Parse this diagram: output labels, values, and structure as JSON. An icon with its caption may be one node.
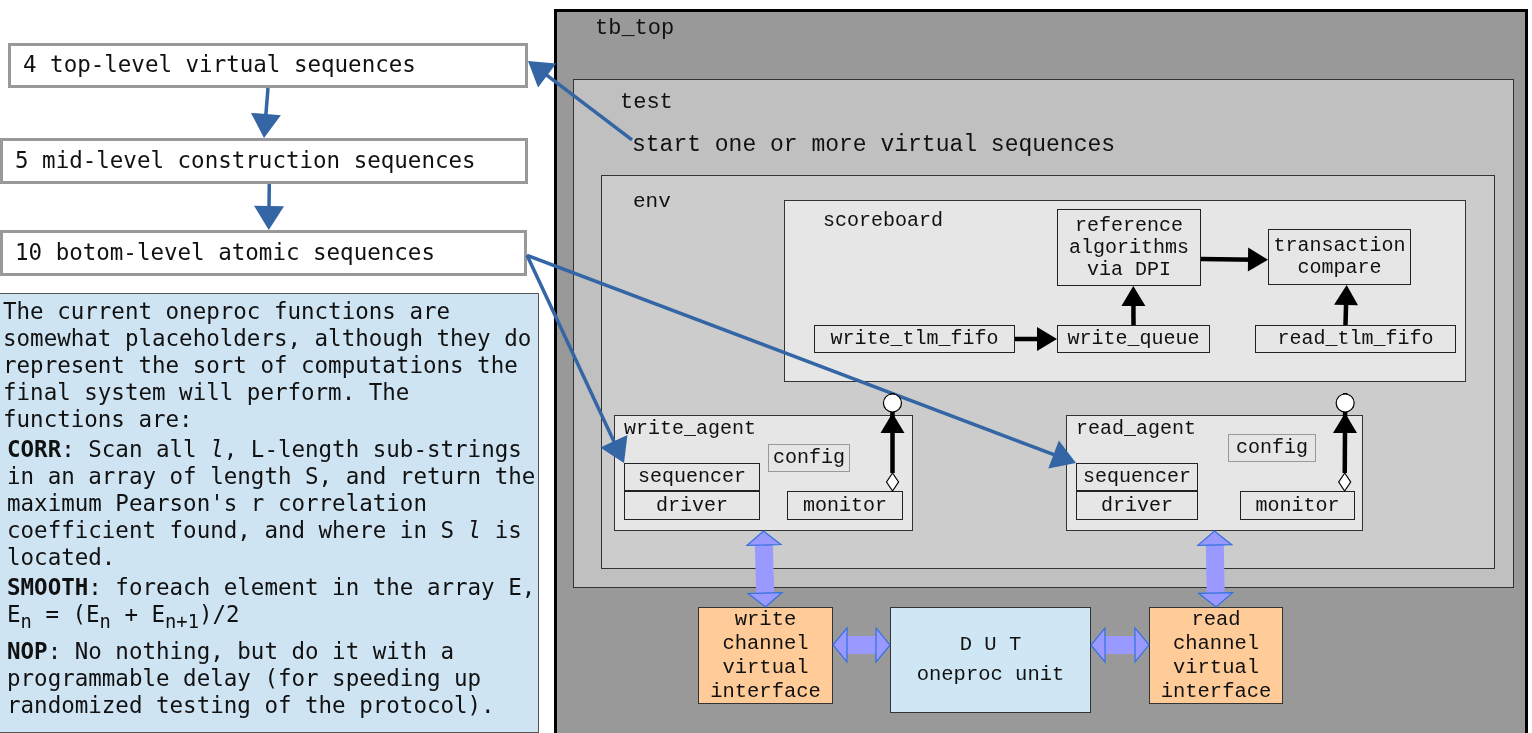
{
  "diagram": {
    "nodes": [
      {
        "text": [
          "4 top-level virtual sequences"
        ]
      },
      {
        "text": [
          "5 mid-level construction sequences"
        ]
      },
      {
        "text": [
          "10 botom-level atomic sequences"
        ]
      },
      {
        "text": [
          "The current oneproc functions are somewhat placeholders, although they do represent the sort of computations the final system will perform. The functions are:",
          "**CORR**: Scan all *l*, L-length sub-strings in an array of length S, and return the maximum Pearson's r correlation coefficient found, and where in S *l* is located.",
          "**SMOOTH**: foreach element in the array E, E$_{n}$ = (E$_{n}$ + E$_{n+1}$)/2",
          "**NOP**: No nothing, but do it with a programmable delay (for speeding up randomized testing of the protocol)."
        ]
      },
      {
        "text": [
          "tb_top"
        ]
      },
      {
        "text": [
          "test"
        ],
        "in": 4
      },
      {
        "text": [
          "start one or more virtual sequences"
        ],
        "in": 5
      },
      {
        "text": [
          "env"
        ],
        "in": 5
      },
      {
        "text": [
          "scoreboard"
        ],
        "in": 7
      },
      {
        "text": [
          "reference algorithms via DPI"
        ],
        "in": 8
      },
      {
        "text": [
          "transaction compare"
        ],
        "in": 8
      },
      {
        "text": [
          "write_tlm_fifo"
        ],
        "in": 8
      },
      {
        "text": [
          "write_queue"
        ],
        "in": 8
      },
      {
        "text": [
          "read_tlm_fifo"
        ],
        "in": 8
      },
      {
        "text": [
          "write_agent"
        ],
        "in": 7
      },
      {
        "text": [
          "config"
        ],
        "in": 14
      },
      {
        "text": [
          "sequencer"
        ],
        "in": 14
      },
      {
        "text": [
          "driver"
        ],
        "in": 14
      },
      {
        "text": [
          "monitor"
        ],
        "in": 14
      },
      {
        "text": [
          "read_agent"
        ],
        "in": 7
      },
      {
        "text": [
          "config"
        ],
        "in": 19
      },
      {
        "text": [
          "sequencer"
        ],
        "in": 19
      },
      {
        "text": [
          "driver"
        ],
        "in": 19
      },
      {
        "text": [
          "monitor"
        ],
        "in": 19
      },
      {
        "text": [
          "write channel virtual interface"
        ],
        "in": 4
      },
      {
        "text": [
          "D U T",
          "oneproc unit"
        ],
        "in": 4
      },
      {
        "text": [
          "read channel virtual interface"
        ],
        "in": 4
      }
    ],
    "edges": [
      {
        "from": 0,
        "to": 1,
        "arrow": "to",
        "color": "#3465a4"
      },
      {
        "from": 1,
        "to": 2,
        "arrow": "to",
        "color": "#3465a4"
      },
      {
        "from": 6,
        "to": 0,
        "arrow": "to",
        "color": "#3465a4"
      },
      {
        "from": 2,
        "to": 16,
        "arrow": "to",
        "color": "#3465a4"
      },
      {
        "from": 2,
        "to": 21,
        "arrow": "to",
        "color": "#3465a4"
      },
      {
        "from": 11,
        "to": 12,
        "arrow": "to"
      },
      {
        "from": 12,
        "to": 9,
        "arrow": "to"
      },
      {
        "from": 9,
        "to": 10,
        "arrow": "to"
      },
      {
        "from": 13,
        "to": 10,
        "arrow": "to"
      },
      {
        "from": 18,
        "to": 11,
        "arrow": "to"
      },
      {
        "from": 23,
        "to": 13,
        "arrow": "to"
      },
      {
        "from": 14,
        "to": 24,
        "arrow": "both",
        "style": "thick",
        "color": "#9999ff"
      },
      {
        "from": 19,
        "to": 26,
        "arrow": "both",
        "style": "thick",
        "color": "#9999ff"
      },
      {
        "from": 24,
        "to": 25,
        "arrow": "both",
        "style": "thick",
        "color": "#9999ff"
      },
      {
        "from": 25,
        "to": 26,
        "arrow": "both",
        "style": "thick",
        "color": "#9999ff"
      }
    ]
  }
}
